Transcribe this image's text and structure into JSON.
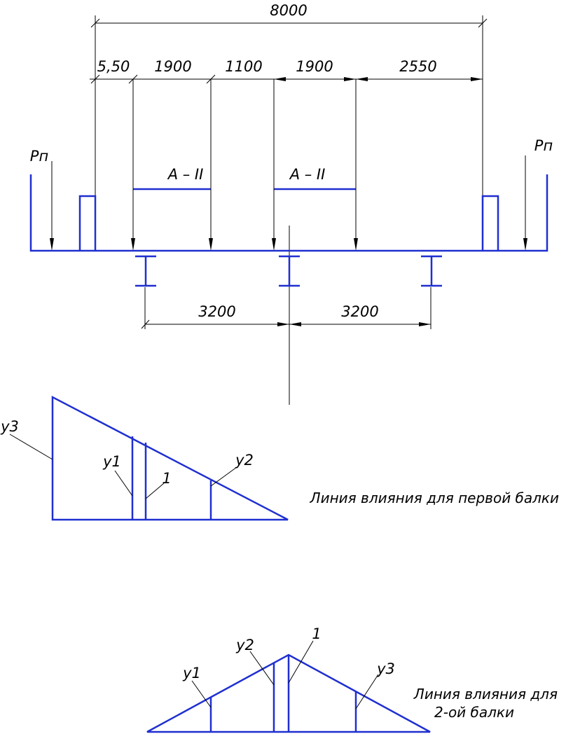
{
  "dimensions": {
    "total": "8000",
    "segments": [
      "5,50",
      "1900",
      "1100",
      "1900",
      "2550"
    ],
    "beam_spacing": [
      "3200",
      "3200"
    ]
  },
  "loads": {
    "pedestrian_left": "Рп",
    "pedestrian_right": "Рп",
    "axle_1": "A – II",
    "axle_2": "A – II"
  },
  "influence_line_1": {
    "caption": "Линия влияния для первой балки",
    "labels": {
      "y3": "y3",
      "y1": "y1",
      "one": "1",
      "y2": "y2"
    }
  },
  "influence_line_2": {
    "caption_line1": "Линия влияния для",
    "caption_line2": "2-ой балки",
    "labels": {
      "y1": "y1",
      "y2": "y2",
      "one": "1",
      "y3": "y3"
    }
  },
  "colors": {
    "structure": "#1f2fd0",
    "dimension": "#000000"
  }
}
